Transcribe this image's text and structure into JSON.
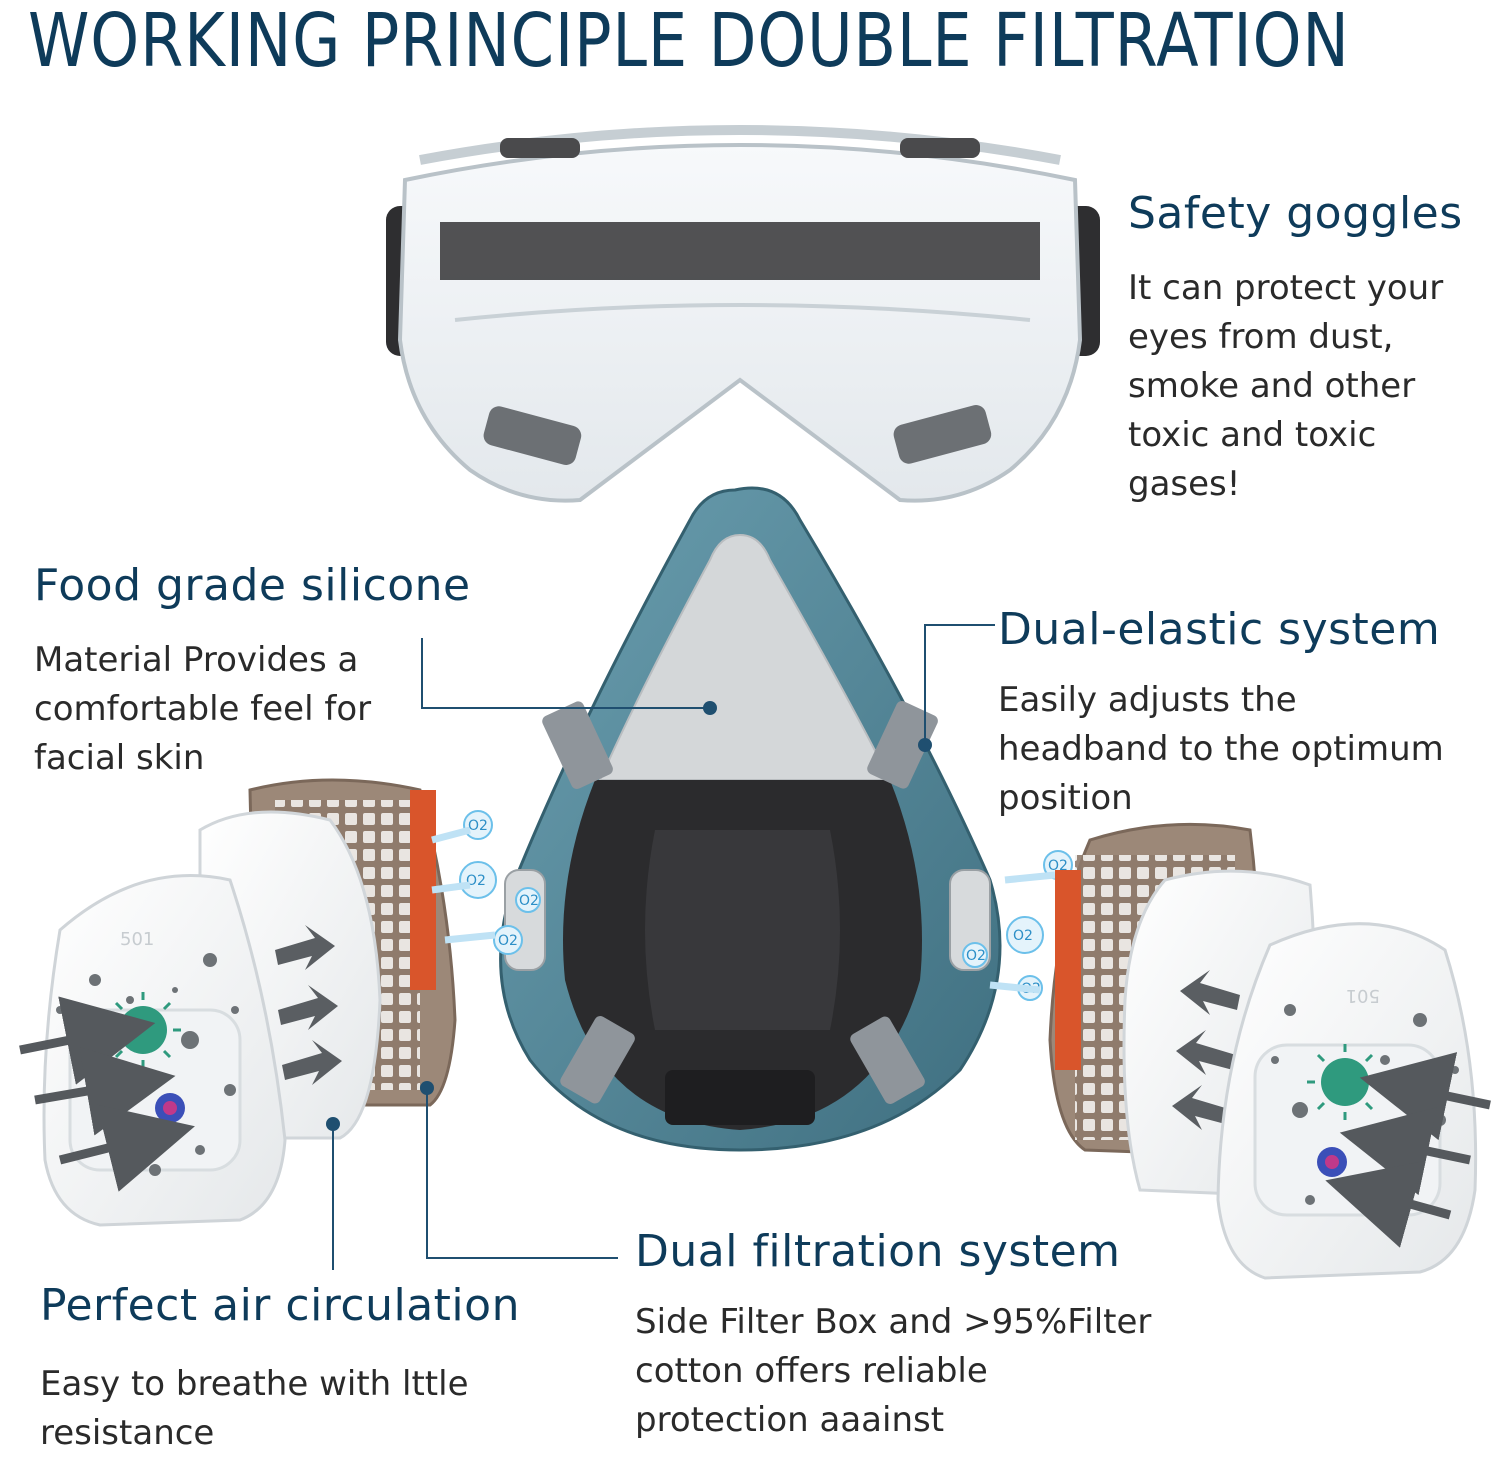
{
  "page": {
    "title": "WORKING PRINCIPLE DOUBLE FILTRATION"
  },
  "features": {
    "safety_goggles": {
      "heading": "Safety goggles",
      "lines": [
        "It can protect your",
        "eyes from dust,",
        "smoke and other",
        "toxic and toxic",
        "gases!"
      ]
    },
    "food_grade_silicone": {
      "heading": "Food grade silicone",
      "lines": [
        "Material Provides a",
        "comfortable feel for",
        "facial skin"
      ]
    },
    "dual_elastic_system": {
      "heading": "Dual-elastic system",
      "lines": [
        "Easily adjusts the",
        "headband to the optimum",
        "position"
      ]
    },
    "perfect_air_circulation": {
      "heading": "Perfect air circulation",
      "lines": [
        "Easy to breathe with lttle",
        "resistance"
      ]
    },
    "dual_filtration_system": {
      "heading": "Dual filtration system",
      "lines": [
        "Side Filter Box and >95%Filter",
        "cotton offers reliable",
        "protection aaainst"
      ]
    }
  },
  "product_marks": {
    "filter_cover_left": "501",
    "filter_cover_right": "501",
    "oxygen_bubble": "O2"
  },
  "colors": {
    "heading": "#0e3b5a",
    "body_text": "#2a2a2a",
    "mask_teal": "#4f8496",
    "mask_dark": "#2b2b2d",
    "strap_grey": "#8f959b",
    "cartridge_brown": "#9c8878",
    "callout_line": "#1f4f70"
  },
  "icons": [
    "goggles-illustration",
    "half-mask-illustration",
    "filter-cartridge-icon",
    "filter-cotton-icon",
    "filter-cover-icon",
    "virus-icon",
    "oxygen-bubble-icon",
    "airflow-arrow-icon"
  ]
}
